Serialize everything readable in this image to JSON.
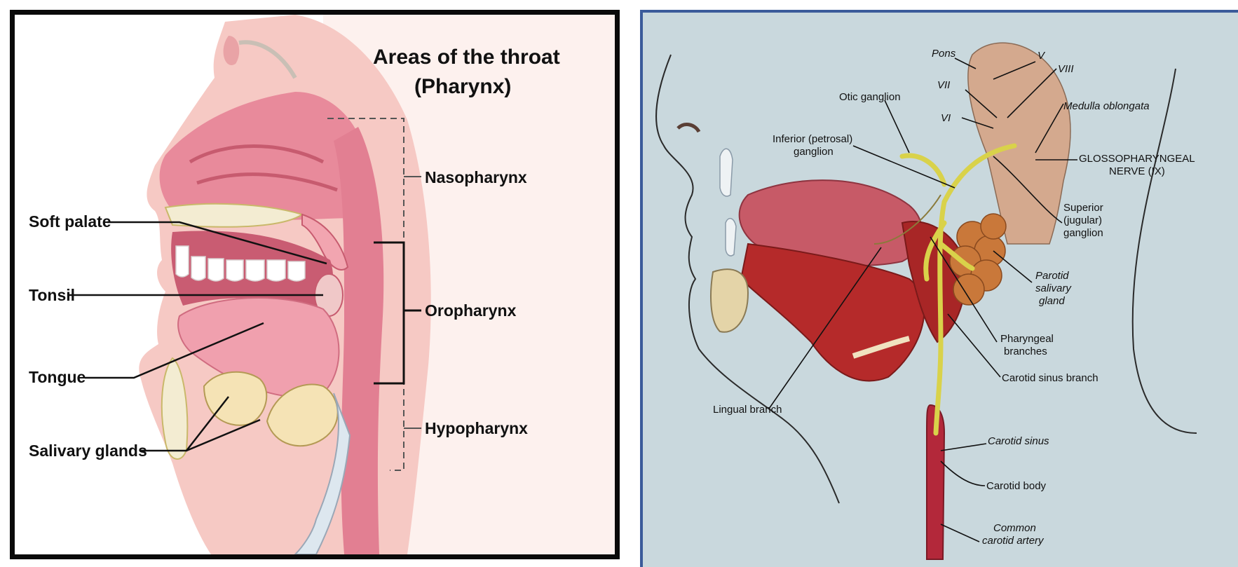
{
  "left": {
    "title_line1": "Areas of the throat",
    "title_line2": "(Pharynx)",
    "labels": {
      "nasopharynx": "Nasopharynx",
      "oropharynx": "Oropharynx",
      "hypopharynx": "Hypopharynx",
      "soft_palate": "Soft palate",
      "tonsil": "Tonsil",
      "tongue": "Tongue",
      "salivary_glands": "Salivary glands"
    }
  },
  "right": {
    "labels": {
      "pons": "Pons",
      "v": "V",
      "viii": "VIII",
      "vii": "VII",
      "vi": "VI",
      "otic_ganglion": "Otic ganglion",
      "medulla": "Medulla oblongata",
      "inferior_1": "Inferior (petrosal)",
      "inferior_2": "ganglion",
      "glosso_1": "GLOSSOPHARYNGEAL",
      "glosso_2": "NERVE (IX)",
      "superior_1": "Superior",
      "superior_2": "(jugular)",
      "superior_3": "ganglion",
      "parotid_1": "Parotid",
      "parotid_2": "salivary",
      "parotid_3": "gland",
      "pharyngeal_1": "Pharyngeal",
      "pharyngeal_2": "branches",
      "carotid_sinus_branch": "Carotid sinus branch",
      "lingual_branch": "Lingual branch",
      "carotid_sinus": "Carotid sinus",
      "carotid_body": "Carotid body",
      "common_1": "Common",
      "common_2": "carotid artery"
    }
  },
  "colors": {
    "left_frame": "#0a0a0a",
    "right_frame": "#3b5b9a",
    "right_background": "#c9d8dd",
    "tissue_pink": "#e58a9a",
    "nerve_yellow": "#d9d24a",
    "muscle_red": "#b52a2a"
  }
}
